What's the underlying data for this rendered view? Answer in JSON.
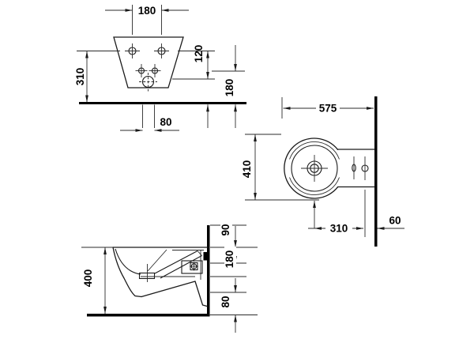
{
  "drawing": {
    "type": "sanitary-fixture installation drawing, wall-hung bidet, three views",
    "colors": {
      "line": "#1a1a1a",
      "background": "#ffffff",
      "reference_walls": "#000000"
    },
    "labels": {
      "front_hole_spacing": "180",
      "front_height": "310",
      "front_hole_drop": "120",
      "front_lower_height": "180",
      "front_drain_width": "80",
      "top_depth": "575",
      "top_width": "410",
      "top_center_offset": "310",
      "top_wall_offset": "60",
      "side_height": "400",
      "side_rim_drop": "90",
      "side_mid": "180",
      "side_bottom": "80"
    }
  }
}
